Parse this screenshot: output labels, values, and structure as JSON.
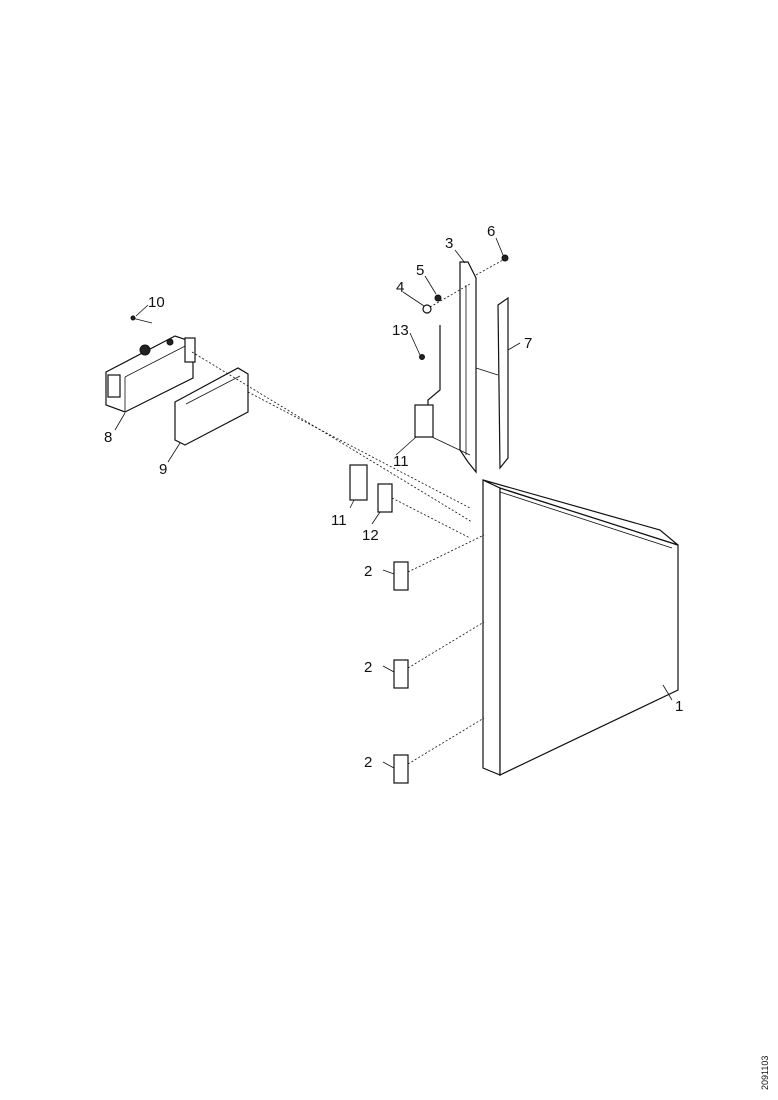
{
  "callouts": {
    "c1": "1",
    "c2a": "2",
    "c2b": "2",
    "c2c": "2",
    "c3": "3",
    "c4": "4",
    "c5": "5",
    "c6": "6",
    "c7": "7",
    "c8": "8",
    "c9": "9",
    "c10": "10",
    "c11a": "11",
    "c11b": "11",
    "c12": "12",
    "c13": "13"
  },
  "drawing_code": "2091103"
}
